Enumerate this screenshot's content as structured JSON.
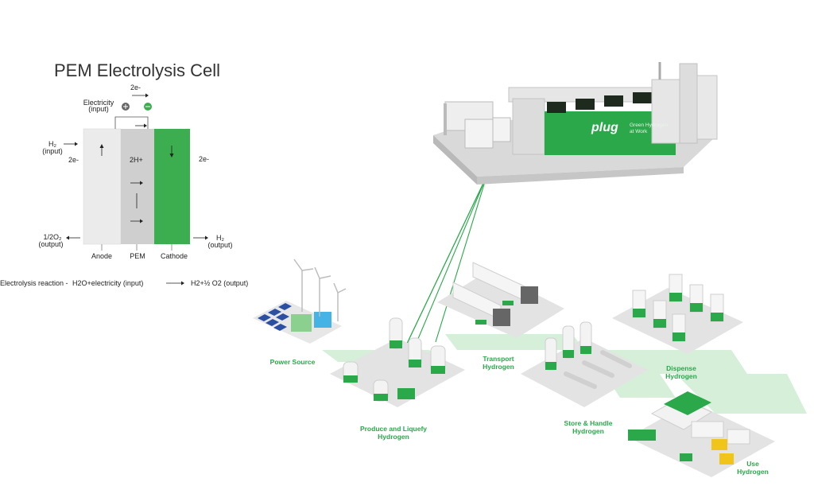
{
  "cell": {
    "title": "PEM Electrolysis Cell",
    "top_electrons": "2e-",
    "electricity_label": "Electricity",
    "electricity_sub": "(input)",
    "h2_in_label": "H₂",
    "h2_in_sub": "(input)",
    "left_electrons": "2e-",
    "proton_label": "2H+",
    "right_electrons": "2e-",
    "o2_out_label": "1/2O₂",
    "o2_out_sub": "(output)",
    "h2_out_label": "H₂",
    "h2_out_sub": "(output)",
    "anode_label": "Anode",
    "pem_label": "PEM",
    "cathode_label": "Cathode",
    "reaction_prefix": "Electrolysis reaction -",
    "reaction_input": "H2O+electricity (input)",
    "reaction_output": "H2+½ O2 (output)"
  },
  "plant": {
    "logo": "plug",
    "badge_line1": "Green Hydrogen",
    "badge_line2": "at Work"
  },
  "stages": {
    "power_source": "Power Source",
    "produce_line1": "Produce and Liquefy",
    "produce_line2": "Hydrogen",
    "transport_line1": "Transport",
    "transport_line2": "Hydrogen",
    "store_line1": "Store & Handle",
    "store_line2": "Hydrogen",
    "dispense_line1": "Dispense",
    "dispense_line2": "Hydrogen",
    "use_line1": "Use",
    "use_line2": "Hydrogen"
  },
  "colors": {
    "brand_green": "#2aa84a",
    "cathode_green": "#3cae4f",
    "pem_gray": "#cfcfcf",
    "anode_gray": "#ebebeb",
    "pad_gray": "#e7e7e7",
    "path_green": "#d6efd9"
  }
}
